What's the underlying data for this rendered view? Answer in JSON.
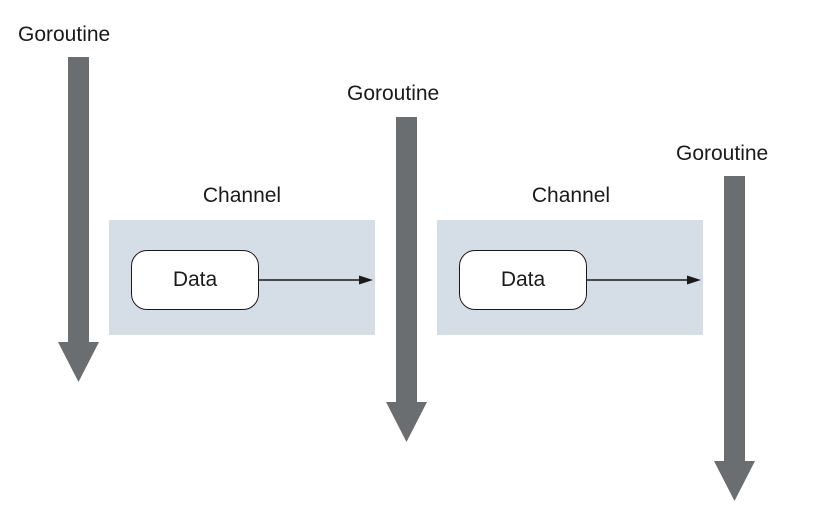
{
  "goroutines": [
    {
      "label": "Goroutine"
    },
    {
      "label": "Goroutine"
    },
    {
      "label": "Goroutine"
    }
  ],
  "channels": [
    {
      "label": "Channel",
      "data_label": "Data"
    },
    {
      "label": "Channel",
      "data_label": "Data"
    }
  ],
  "colors": {
    "arrow": "#6b6e70",
    "channel_fill": "#d5dee6",
    "text": "#1a1a1a"
  }
}
